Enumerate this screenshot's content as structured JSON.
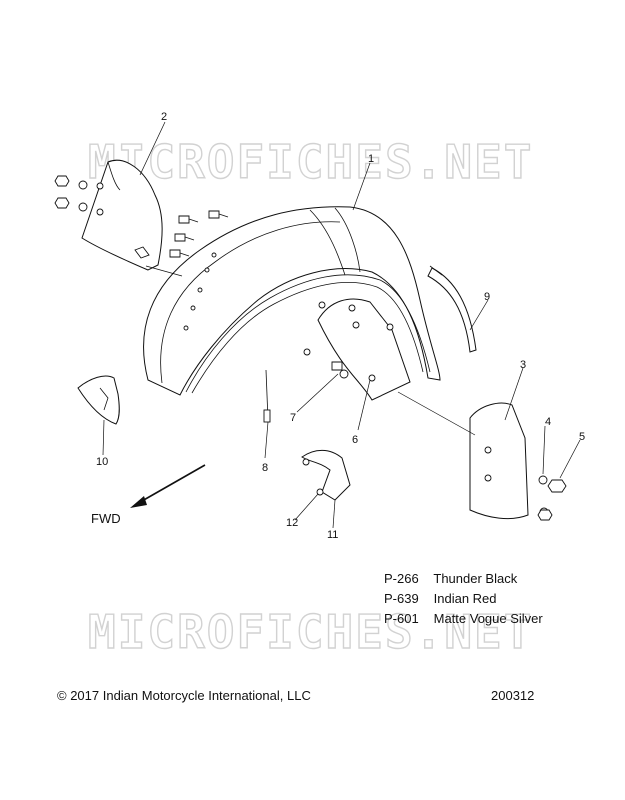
{
  "watermark": "MICROFICHES.NET",
  "direction_label": "FWD",
  "callouts": [
    {
      "n": "1"
    },
    {
      "n": "2"
    },
    {
      "n": "3"
    },
    {
      "n": "4"
    },
    {
      "n": "5"
    },
    {
      "n": "6"
    },
    {
      "n": "7"
    },
    {
      "n": "8"
    },
    {
      "n": "9"
    },
    {
      "n": "10"
    },
    {
      "n": "11"
    },
    {
      "n": "12"
    }
  ],
  "paint_codes": [
    {
      "code": "P-266",
      "name": "Thunder Black"
    },
    {
      "code": "P-639",
      "name": "Indian Red"
    },
    {
      "code": "P-601",
      "name": "Matte Vogue Silver"
    }
  ],
  "copyright": "© 2017 Indian Motorcycle International, LLC",
  "diagram_id": "200312"
}
